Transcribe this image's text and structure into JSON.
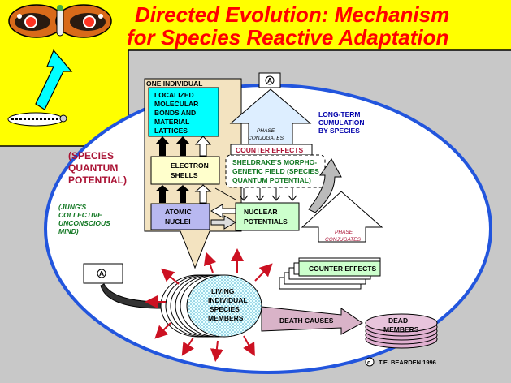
{
  "title": {
    "line1": "Directed Evolution: Mechanism",
    "line2": "for Species Reactive Adaptation"
  },
  "labels": {
    "one_individual": "ONE INDIVIDUAL",
    "localized": [
      "LOCALIZED",
      "MOLECULAR",
      "BONDS AND",
      "MATERIAL",
      "LATTICES"
    ],
    "electron": [
      "ELECTRON",
      "SHELLS"
    ],
    "atomic": [
      "ATOMIC",
      "NUCLEI"
    ],
    "nuclear": [
      "NUCLEAR",
      "POTENTIALS"
    ],
    "species_quantum": [
      "(SPECIES",
      "QUANTUM",
      "POTENTIAL)"
    ],
    "jungs": [
      "(JUNG'S",
      "COLLECTIVE",
      "UNCONSCIOUS",
      "MIND)"
    ],
    "long_term": [
      "LONG-TERM",
      "CUMULATION",
      "BY SPECIES"
    ],
    "phase_conjugates_top": [
      "PHASE",
      "CONJUGATES"
    ],
    "counter_effects_top": "COUNTER EFFECTS",
    "sheldrake": [
      "SHELDRAKE'S MORPHO-",
      "GENETIC FIELD (SPECIES",
      "QUANTUM POTENTIAL)"
    ],
    "phase_conjugates_right": [
      "PHASE",
      "CONJUGATES"
    ],
    "counter_effects_right": "COUNTER EFFECTS",
    "living": [
      "LIVING",
      "INDIVIDUAL",
      "SPECIES",
      "MEMBERS"
    ],
    "death_causes": "DEATH CAUSES",
    "dead": [
      "DEAD",
      "MEMBERS"
    ],
    "a_top": "A",
    "a_left": "A",
    "copyright_symbol": "c",
    "copyright": "T.E. BEARDEN   1996"
  },
  "colors": {
    "title": "#ff0000",
    "yellow": "#ffff00",
    "cyan": "#00ffff",
    "tan": "#f3e3c0",
    "green": "#ccffcc",
    "lavender": "#b8b8f0",
    "ellipse_stroke": "#2255dd",
    "red_arrow": "#cc1122"
  }
}
